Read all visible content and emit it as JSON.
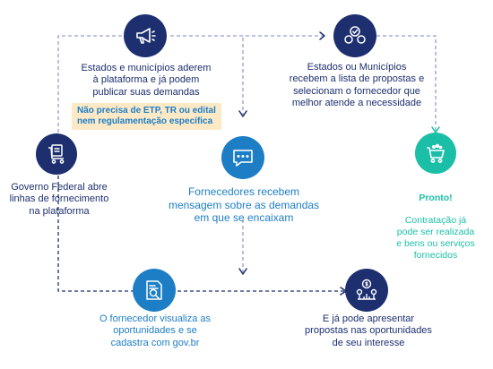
{
  "steps": {
    "governo": {
      "text": "Governo Federal abre\nlinhas de fornecimento\nna plataforma",
      "icon": "cart-icon"
    },
    "estados_aderem": {
      "text": "Estados e municípios aderem\nà plataforma e já podem\npublicar suas demandas",
      "note": "Não precisa de ETP, TR ou edital\nnem regulamentação específica",
      "icon": "megaphone-icon"
    },
    "fornecedores": {
      "text": "Fornecedores recebem\nmensagem sobre as demandas\nem que se encaixam",
      "icon": "chat-bubble-icon"
    },
    "visualiza": {
      "text": "O fornecedor visualiza as\noportunidades e se\ncadastra com gov.br",
      "icon": "document-search-icon"
    },
    "propostas": {
      "text": "E já pode apresentar\npropostas nas oportunidades\nde seu interesse",
      "icon": "money-growth-icon"
    },
    "selecionam": {
      "text": "Estados ou Municípios\nrecebem a lista de propostas e\nselecionam o fornecedor que\nmelhor atende a necessidade",
      "icon": "options-icon"
    },
    "pronto": {
      "title": "Pronto!",
      "text": "Contratação já\npode ser realizada\ne bens ou serviços\nfornecidos",
      "icon": "cart-check-icon"
    }
  },
  "colors": {
    "navy": "#1d2f6f",
    "blue": "#1d7ec6",
    "teal": "#1bbfa7",
    "note_bg": "#fde9c6"
  }
}
